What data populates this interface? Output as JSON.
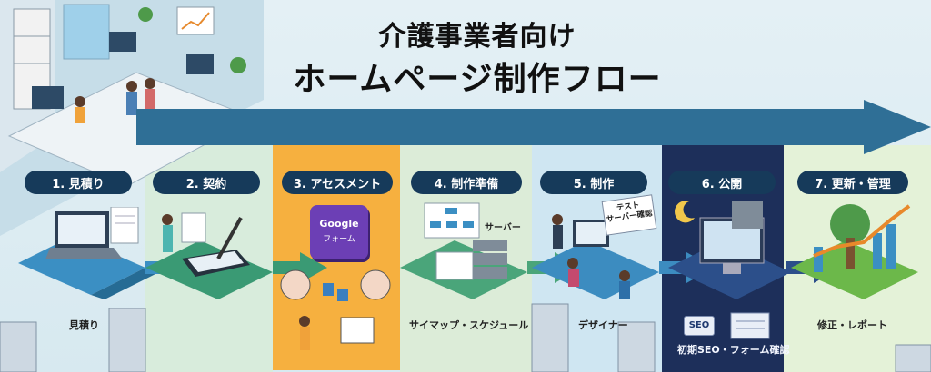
{
  "title": {
    "line1": "介護事業者向け",
    "line2": "ホームページ制作フロー"
  },
  "steps": [
    {
      "label": "1. 見積り",
      "caption": "見積り"
    },
    {
      "label": "2. 契約",
      "caption": ""
    },
    {
      "label": "3. アセスメント",
      "caption": "",
      "card_title": "Google",
      "card_sub": "フォーム"
    },
    {
      "label": "4. 制作準備",
      "caption": "サイマップ・スケジュール",
      "extra": "サーバー"
    },
    {
      "label": "5. 制作",
      "caption": "デザイナー",
      "sign": "テスト\nサーバー確認"
    },
    {
      "label": "6. 公開",
      "caption": "初期SEO・フォーム確認",
      "badge": "SEO"
    },
    {
      "label": "7. 更新・管理",
      "caption": "修正・レポート"
    }
  ],
  "colors": {
    "badge": "#163a5a",
    "arrow": "#2f6f96",
    "col_green": "#d9eedd",
    "col_orange": "#f6b03f",
    "col_blue": "#cfe6f2",
    "col_navy": "#1d2f5a",
    "col_lightgreen": "#e4f2d8"
  },
  "icons": [
    "laptop-icon",
    "tablet-sign-icon",
    "google-form-icon",
    "brain-icon",
    "server-icon",
    "designer-desk-icon",
    "monitor-icon",
    "moon-icon",
    "tree-icon",
    "growth-chart-icon",
    "office-building-icon"
  ]
}
